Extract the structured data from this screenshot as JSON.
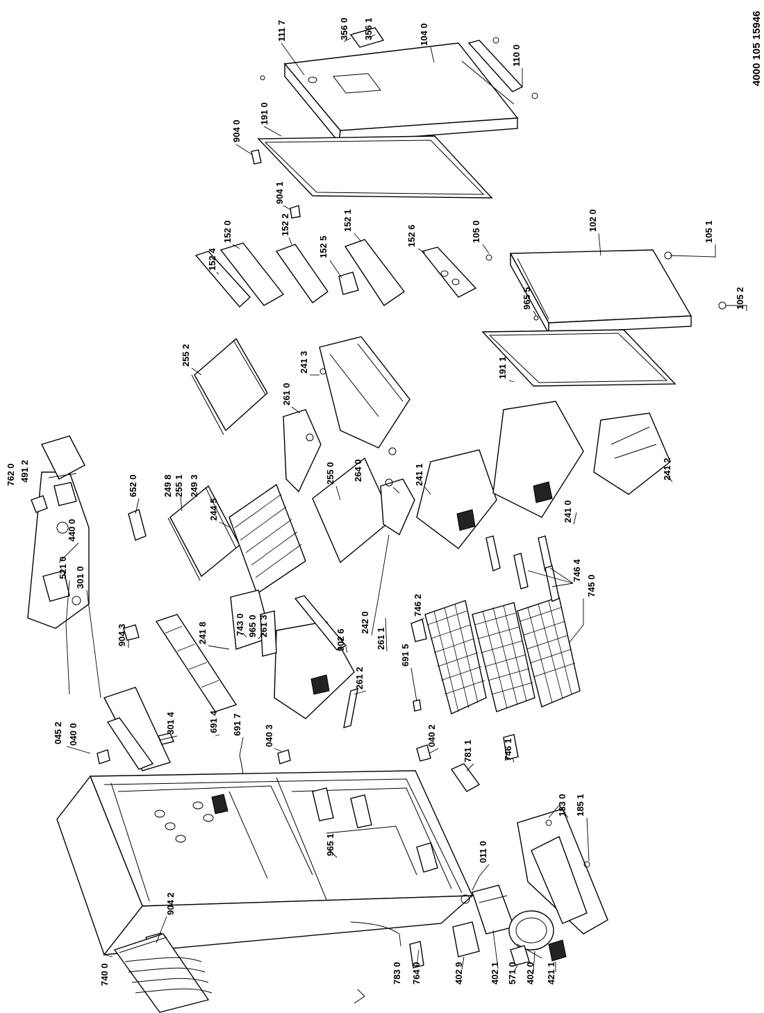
{
  "document_id": "4000 105 15946",
  "part_labels": [
    "111 7",
    "356 0",
    "356 1",
    "104 0",
    "110 0",
    "904 0",
    "191 0",
    "152 4",
    "152 0",
    "904 1",
    "152 2",
    "152 5",
    "152 1",
    "152 6",
    "105 0",
    "102 0",
    "105 1",
    "965 5",
    "105 2",
    "255 2",
    "261 0",
    "241 3",
    "191 1",
    "762 0",
    "491 2",
    "440 0",
    "652 0",
    "249 8",
    "255 1",
    "249 3",
    "244 5",
    "255 0",
    "264 0",
    "241 1",
    "241 0",
    "241 2",
    "241 8",
    "743 0",
    "965 0",
    "261 3",
    "902 6",
    "242 0",
    "261 1",
    "746 2",
    "746 4",
    "745 0",
    "904 3",
    "521 0",
    "301 0",
    "301 4",
    "691 4",
    "691 7",
    "040 3",
    "045 2",
    "040 0",
    "261 2",
    "691 5",
    "040 2",
    "781 1",
    "746 1",
    "965 1",
    "011 0",
    "904 2",
    "183 0",
    "185 1",
    "740 0",
    "783 0",
    "764 0",
    "402 9",
    "402 1",
    "571 0",
    "402 0",
    "421 1"
  ]
}
